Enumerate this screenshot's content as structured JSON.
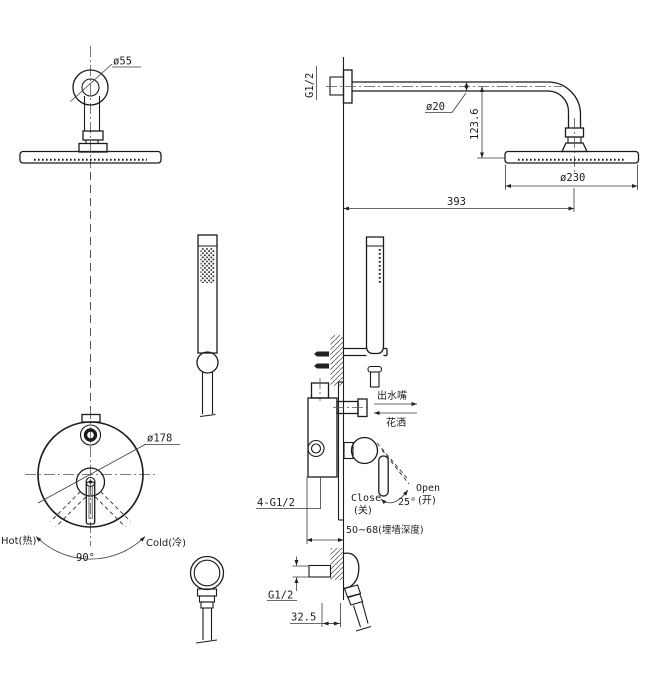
{
  "drawing": {
    "type": "shower-system-installation-diagram",
    "background": "#ffffff",
    "line_color": "#1b1b1b",
    "views": [
      "front-view",
      "side-view"
    ]
  },
  "labels": {
    "mount_diameter": "ø55",
    "arm_thread": "G1/2",
    "arm_diameter": "ø20",
    "drop_height": "123.6",
    "head_diameter": "ø230",
    "arm_reach": "393",
    "water_outlet": "出水嘴",
    "hand_shower": "花洒",
    "plate_diameter": "ø178",
    "hot": "Hot(热)",
    "cold": "Cold(冷)",
    "handle_swing": "90°",
    "connections": "4-G1/2",
    "close_en": "Close",
    "close_cn": "(关)",
    "open_en": "Open",
    "open_cn": "(开)",
    "open_angle": "25°",
    "embed_depth": "50~68(埋墙深度)",
    "outlet_thread": "G1/2",
    "outlet_offset": "32.5"
  }
}
